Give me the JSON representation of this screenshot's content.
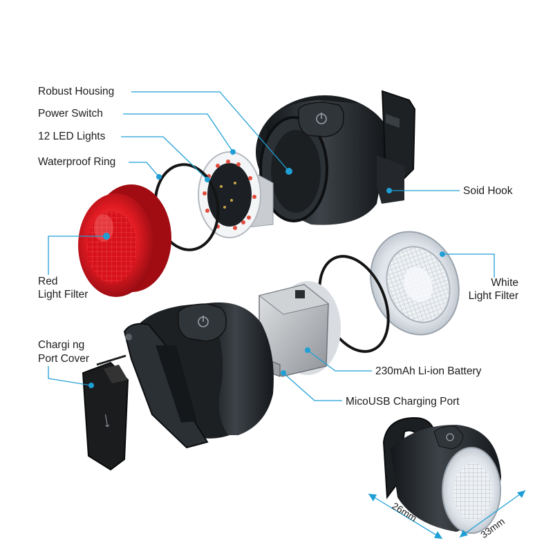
{
  "colors": {
    "leader": "#1f9fd6",
    "housing": "#262a2e",
    "red_filter": "#d8121c",
    "white_filter": "#e4e8ec",
    "pcb": "#f2f4f6",
    "battery": "#b9bcc0"
  },
  "labels": {
    "robust_housing": "Robust Housing",
    "power_switch": "Power Switch",
    "led_lights": "12 LED Lights",
    "waterproof_ring": "Waterproof Ring",
    "soid_hook": "Soid Hook",
    "red_filter_line1": "Red",
    "red_filter_line2": "Light Filter",
    "white_filter_line1": "White",
    "white_filter_line2": "Light Filter",
    "charging_cover_line1": "Chargi ng",
    "charging_cover_line2": "Port Cover",
    "battery": "230mAh Li-ion Battery",
    "usb_port": "MicoUSB Charging Port"
  },
  "dimensions": {
    "width": "26mm",
    "height": "33mm"
  }
}
